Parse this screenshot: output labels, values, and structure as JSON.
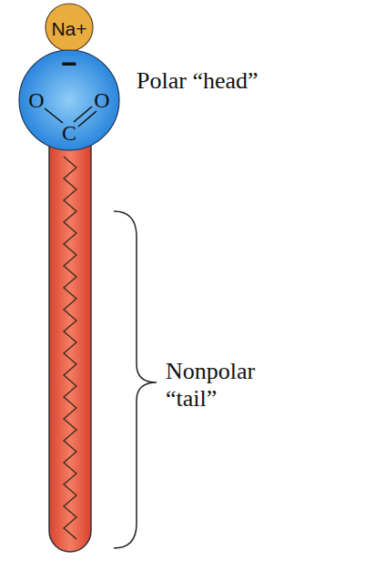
{
  "diagram": {
    "nodes": [
      {
        "text": [
          "Na+"
        ]
      },
      {
        "text": [
          "−",
          "O",
          "O",
          "C"
        ]
      }
    ],
    "labels": [
      "Polar “head”",
      "Nonpolar “tail”"
    ]
  }
}
